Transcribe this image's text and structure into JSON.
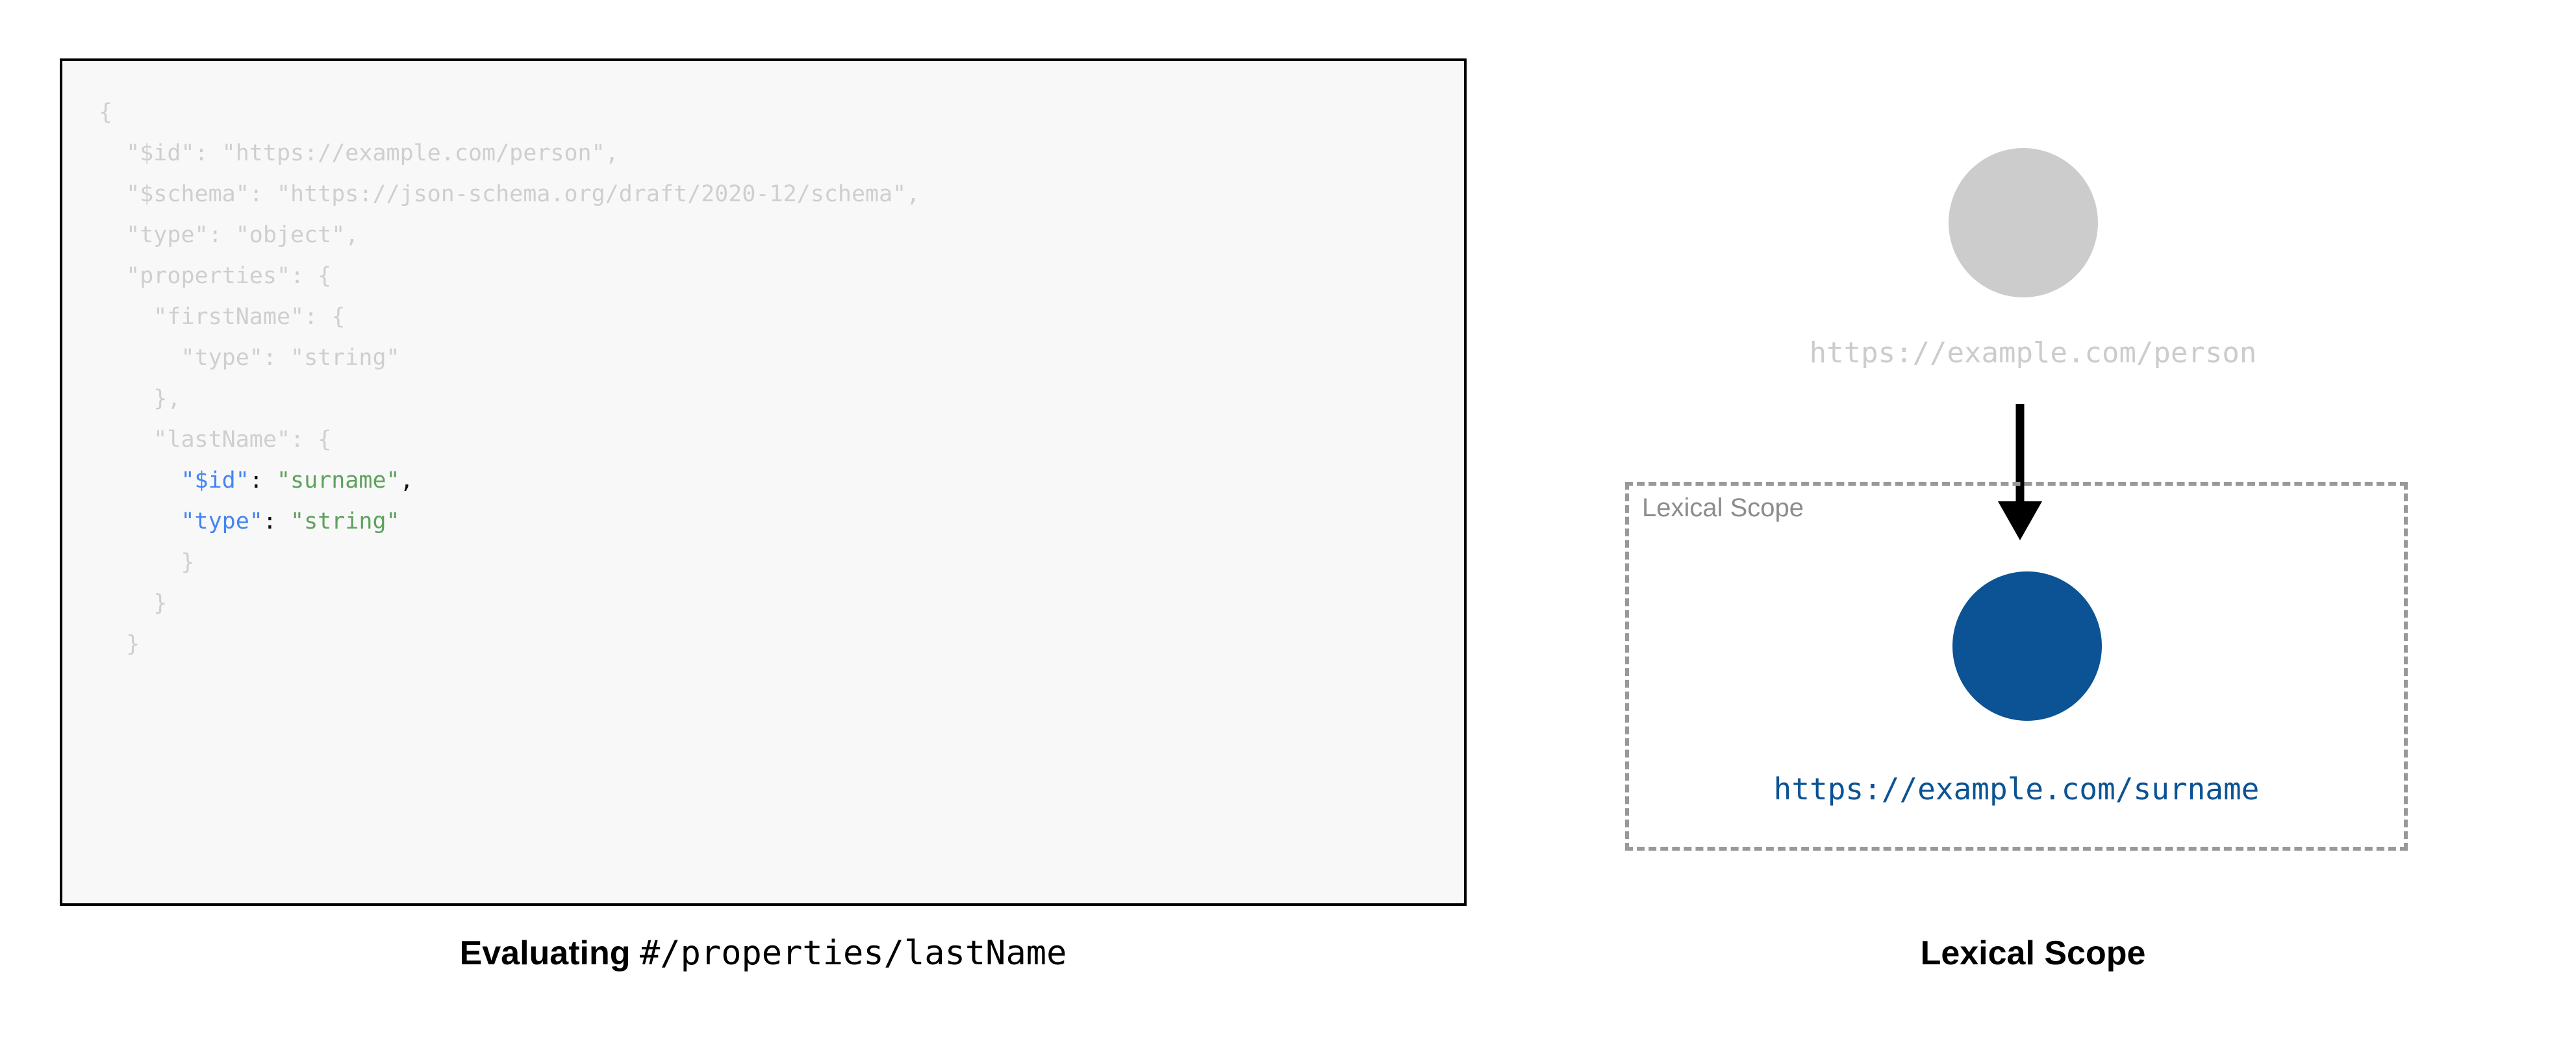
{
  "left": {
    "code_block": {
      "language": "json",
      "dim_color": "#cfcfcf",
      "key_color": "#4285f4",
      "string_color": "#5ea15e",
      "background": "#f8f8f8",
      "border_color": "#000000",
      "lines": [
        {
          "indent": 0,
          "segments": [
            {
              "text": "{",
              "style": "dim"
            }
          ]
        },
        {
          "indent": 1,
          "segments": [
            {
              "text": "\"$id\": \"https://example.com/person\",",
              "style": "dim"
            }
          ]
        },
        {
          "indent": 1,
          "segments": [
            {
              "text": "\"$schema\": \"https://json-schema.org/draft/2020-12/schema\",",
              "style": "dim"
            }
          ]
        },
        {
          "indent": 1,
          "segments": [
            {
              "text": "\"type\": \"object\",",
              "style": "dim"
            }
          ]
        },
        {
          "indent": 1,
          "segments": [
            {
              "text": "\"properties\": {",
              "style": "dim"
            }
          ]
        },
        {
          "indent": 2,
          "segments": [
            {
              "text": "\"firstName\": {",
              "style": "dim"
            }
          ]
        },
        {
          "indent": 3,
          "segments": [
            {
              "text": "\"type\": \"string\"",
              "style": "dim"
            }
          ]
        },
        {
          "indent": 2,
          "segments": [
            {
              "text": "},",
              "style": "dim"
            }
          ]
        },
        {
          "indent": 2,
          "segments": [
            {
              "text": "\"lastName\": {",
              "style": "dim"
            }
          ]
        },
        {
          "indent": 3,
          "segments": [
            {
              "text": "\"$id\"",
              "style": "key"
            },
            {
              "text": ": ",
              "style": "pun"
            },
            {
              "text": "\"surname\"",
              "style": "str"
            },
            {
              "text": ",",
              "style": "pun"
            }
          ]
        },
        {
          "indent": 3,
          "segments": [
            {
              "text": "\"type\"",
              "style": "key"
            },
            {
              "text": ": ",
              "style": "pun"
            },
            {
              "text": "\"string\"",
              "style": "str"
            }
          ]
        },
        {
          "indent": 3,
          "segments": [
            {
              "text": "}",
              "style": "dim"
            }
          ]
        },
        {
          "indent": 2,
          "segments": [
            {
              "text": "}",
              "style": "dim"
            }
          ]
        },
        {
          "indent": 1,
          "segments": [
            {
              "text": "}",
              "style": "dim"
            }
          ]
        }
      ]
    },
    "caption": {
      "bold_text": "Evaluating ",
      "mono_text": "#/properties/lastName"
    }
  },
  "right": {
    "outer_node": {
      "label": "https://example.com/person",
      "color": "#cccccc",
      "state": "inactive"
    },
    "arrow": {
      "icon": "down-arrow-icon",
      "color": "#000000"
    },
    "lexical_scope": {
      "title": "Lexical Scope",
      "border_color": "#999999",
      "border_style": "dashed",
      "inner_node": {
        "label": "https://example.com/surname",
        "color": "#0b5394",
        "state": "active"
      }
    },
    "caption": "Lexical Scope"
  }
}
